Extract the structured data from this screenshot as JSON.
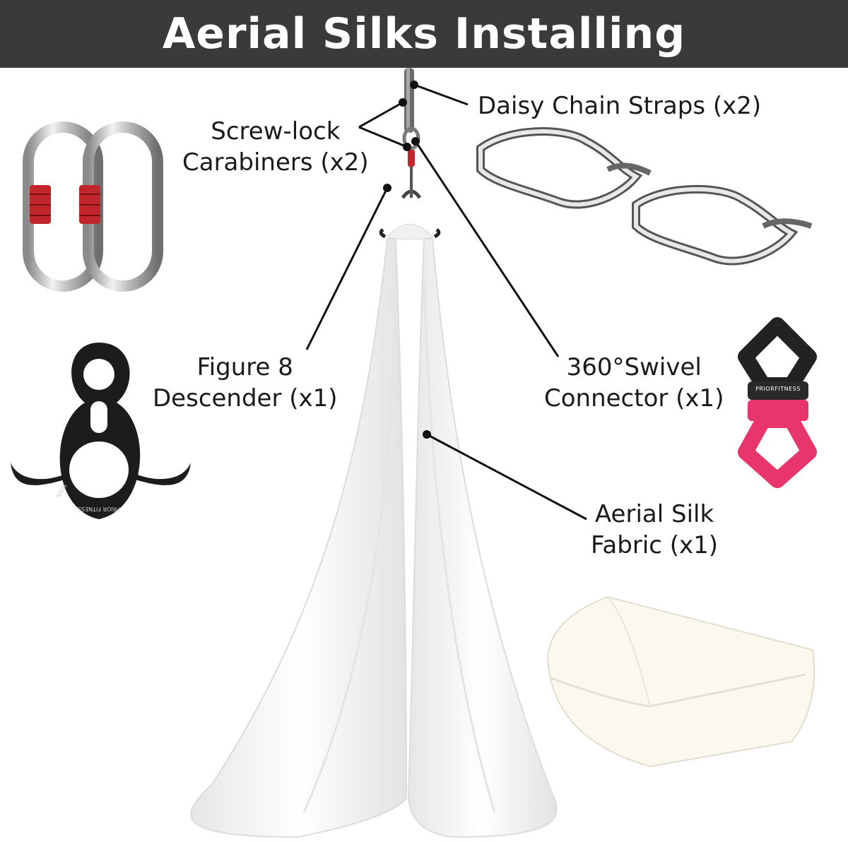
{
  "title": "Aerial Silks Installing",
  "labels": {
    "daisy_chain": "Daisy Chain Straps (x2)",
    "carabiners_line1": "Screw-lock",
    "carabiners_line2": "Carabiners (x2)",
    "figure8_line1": "Figure 8",
    "figure8_line2": "Descender (x1)",
    "swivel_line1": "360°Swivel",
    "swivel_line2": "Connector (x1)",
    "silk_line1": "Aerial Silk",
    "silk_line2": "Fabric (x1)"
  },
  "product_marks": {
    "swivel_brand": "PRIORFITNESS",
    "descender_brand": "PRIOR FITNESS",
    "descender_rating": "50KN"
  },
  "colors": {
    "banner": "#3a3a3a",
    "carabiner_lock": "#c0262c",
    "swivel_top": "#222222",
    "swivel_bottom": "#e8356b",
    "descender": "#1c1c1c"
  },
  "icons": [
    "carabiner-pair",
    "figure8-descender",
    "daisy-chain-strap",
    "swivel-connector",
    "hanging-silk-fabric",
    "folded-silk-fabric"
  ]
}
